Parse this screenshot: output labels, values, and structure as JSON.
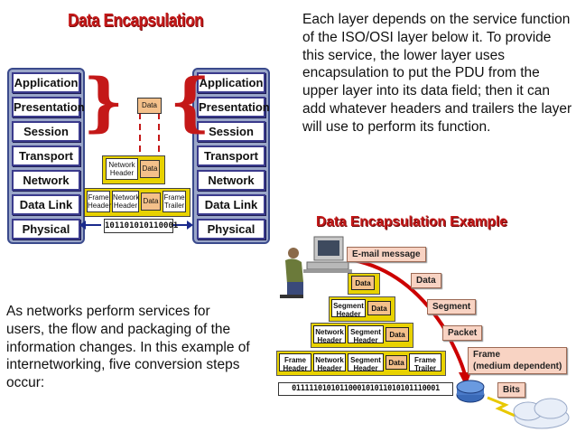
{
  "left_diagram": {
    "title": "Data Encapsulation",
    "stack_left": [
      "Application",
      "Presentation",
      "Session",
      "Transport",
      "Network",
      "Data Link",
      "Physical"
    ],
    "stack_right": [
      "Application",
      "Presentation",
      "Session",
      "Transport",
      "Network",
      "Data Link",
      "Physical"
    ],
    "top_data": "Data",
    "network_header": "Network Header",
    "network_data": "Data",
    "frame_header": "Frame Header",
    "frame_network_header": "Network Header",
    "frame_data": "Data",
    "frame_trailer": "Frame Trailer",
    "bits": "101101010110001"
  },
  "paragraph_right": "Each layer depends on the service function of the ISO/OSI layer below it. To provide this service, the lower layer uses encapsulation to put the PDU from the upper layer into its data field; then it can add whatever headers and trailers the layer will use to perform its function.",
  "paragraph_left": "As networks perform services for users, the flow and packaging of the information changes. In this example of internetworking, five conversion steps occur:",
  "right_diagram": {
    "title": "Data Encapsulation Example",
    "labels": {
      "email": "E-mail message",
      "data": "Data",
      "segment": "Segment",
      "packet": "Packet",
      "frame": "Frame\n(medium dependent)",
      "bits": "Bits"
    },
    "row1_data": "Data",
    "row2": {
      "segment_header": "Segment Header",
      "data": "Data"
    },
    "row3": {
      "network_header": "Network Header",
      "segment_header": "Segment Header",
      "data": "Data"
    },
    "row4": {
      "frame_header": "Frame Header",
      "network_header": "Network Header",
      "segment_header": "Segment Header",
      "data": "Data",
      "frame_trailer": "Frame Trailer"
    },
    "bits": "0111110101011000101011010101110001"
  },
  "colors": {
    "title_red": "#c41818",
    "layer_border": "#3a3a8c",
    "stack_bg": "#9aa6c8",
    "data_orange": "#f4c08a",
    "header_yellow": "#e8d200",
    "arrow_red": "#cc0000",
    "label_pink": "#f8d3c3"
  }
}
